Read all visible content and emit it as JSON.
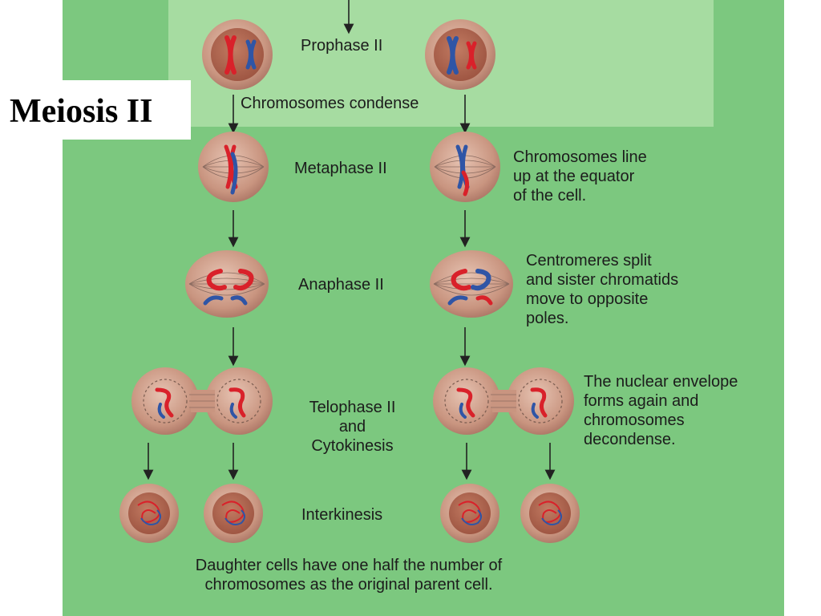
{
  "title": "Meiosis II",
  "stages": {
    "prophase": "Prophase II",
    "condense": "Chromosomes condense",
    "metaphase": "Metaphase II",
    "anaphase": "Anaphase II",
    "telophase": [
      "Telophase II",
      "and",
      "Cytokinesis"
    ],
    "interkinesis": "Interkinesis"
  },
  "notes": {
    "metaphase": [
      "Chromosomes line",
      "up at the equator",
      "of the cell."
    ],
    "anaphase": [
      "Centromeres split",
      "and sister chromatids",
      "move to opposite",
      "poles."
    ],
    "telophase": [
      "The nuclear envelope",
      "forms again and",
      "chromosomes",
      "decondense."
    ],
    "footer": [
      "Daughter cells have one half the number of",
      "chromosomes as the original parent cell."
    ]
  },
  "colors": {
    "background": "#7cc87f",
    "top_band": "#a6dca1",
    "cell": "#c99580",
    "nucleus": "#a65c48",
    "chromosome_red": "#d9212a",
    "chromosome_blue": "#2f55a6"
  }
}
